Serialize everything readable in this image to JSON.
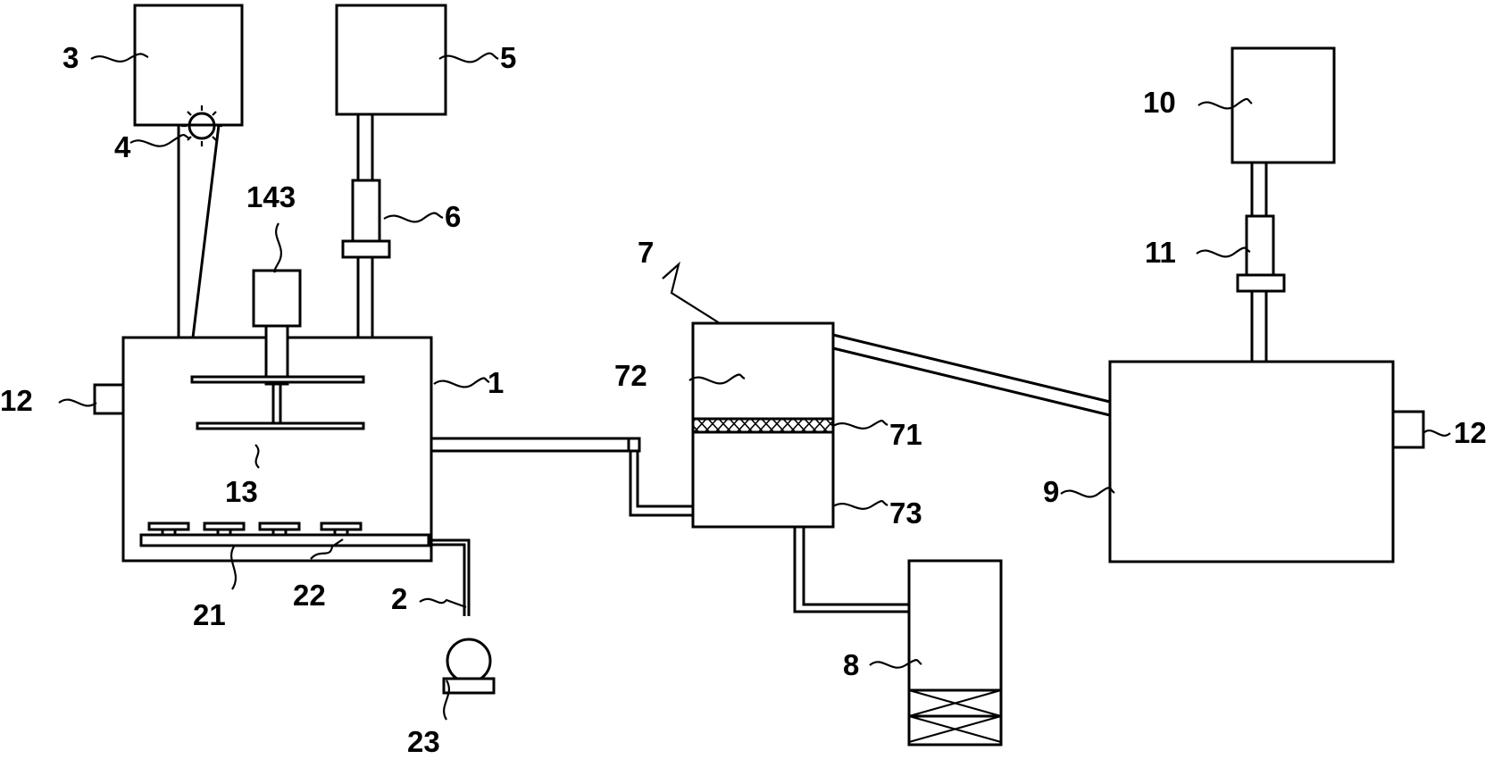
{
  "diagram": {
    "labels": {
      "l1": "1",
      "l2": "2",
      "l3": "3",
      "l4": "4",
      "l5": "5",
      "l6": "6",
      "l7": "7",
      "l8": "8",
      "l9": "9",
      "l10": "10",
      "l11": "11",
      "l12_left": "12",
      "l12_right": "12",
      "l13": "13",
      "l21": "21",
      "l22": "22",
      "l23": "23",
      "l71": "71",
      "l72": "72",
      "l73": "73",
      "l143": "143"
    }
  }
}
